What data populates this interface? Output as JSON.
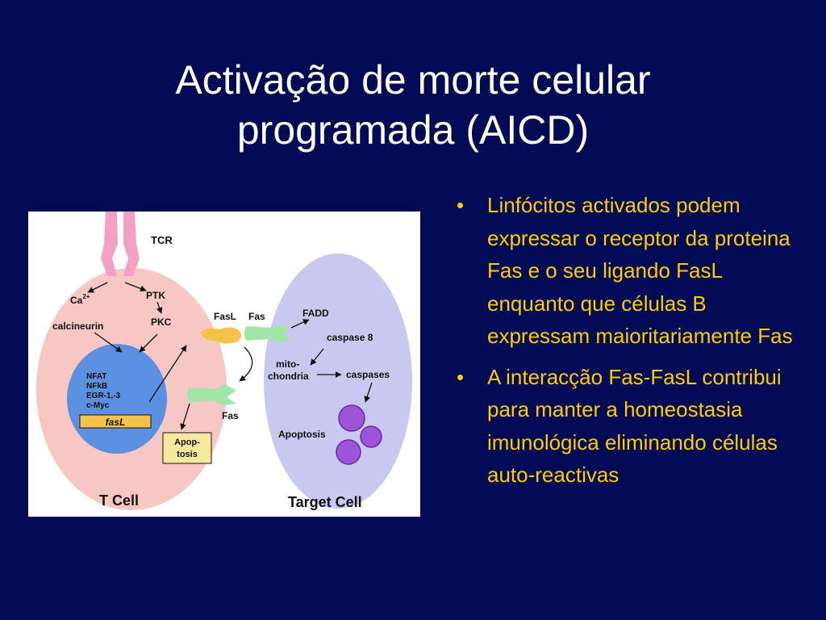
{
  "slide": {
    "title_line1": "Activação de morte celular",
    "title_line2": "programada (AICD)",
    "bullets": [
      "Linfócitos activados podem expressar o receptor da proteina Fas e o seu ligando FasL enquanto que células B expressam maioritariamente Fas",
      "A interacção Fas-FasL contribui para manter a homeostasia imunológica eliminando células auto-reactivas"
    ],
    "bullet_glyph": "•"
  },
  "diagram": {
    "tcr": "TCR",
    "ca": "Ca",
    "ca_sup": "2+",
    "calcineurin": "calcineurin",
    "ptk": "PTK",
    "pkc": "PKC",
    "nfat": "NFAT",
    "nfkb": "NFkB",
    "egr": "EGR-1,-3",
    "cmyc": "c-Myc",
    "fasl_gene": "fasL",
    "apop_line1": "Apop-",
    "apop_line2": "tosis",
    "fasl": "FasL",
    "fas_top": "Fas",
    "fas_bottom": "Fas",
    "fadd": "FADD",
    "caspase8": "caspase 8",
    "mito_line1": "mito-",
    "mito_line2": "chondria",
    "caspases": "caspases",
    "apoptosis": "Apoptosis",
    "t_cell": "T Cell",
    "target_cell": "Target Cell"
  },
  "colors": {
    "background": "#000a55",
    "title": "#ffffff",
    "bullet_text": "#ffcc00",
    "t_cell_fill": "#f7c7c4",
    "nucleus_fill": "#5b8fe0",
    "target_cell_fill": "#c9c9ef",
    "fasl_fill": "#f5c24a",
    "fas_fill": "#9fe6a8",
    "apoptotic_body_fill": "#9b55d6"
  }
}
